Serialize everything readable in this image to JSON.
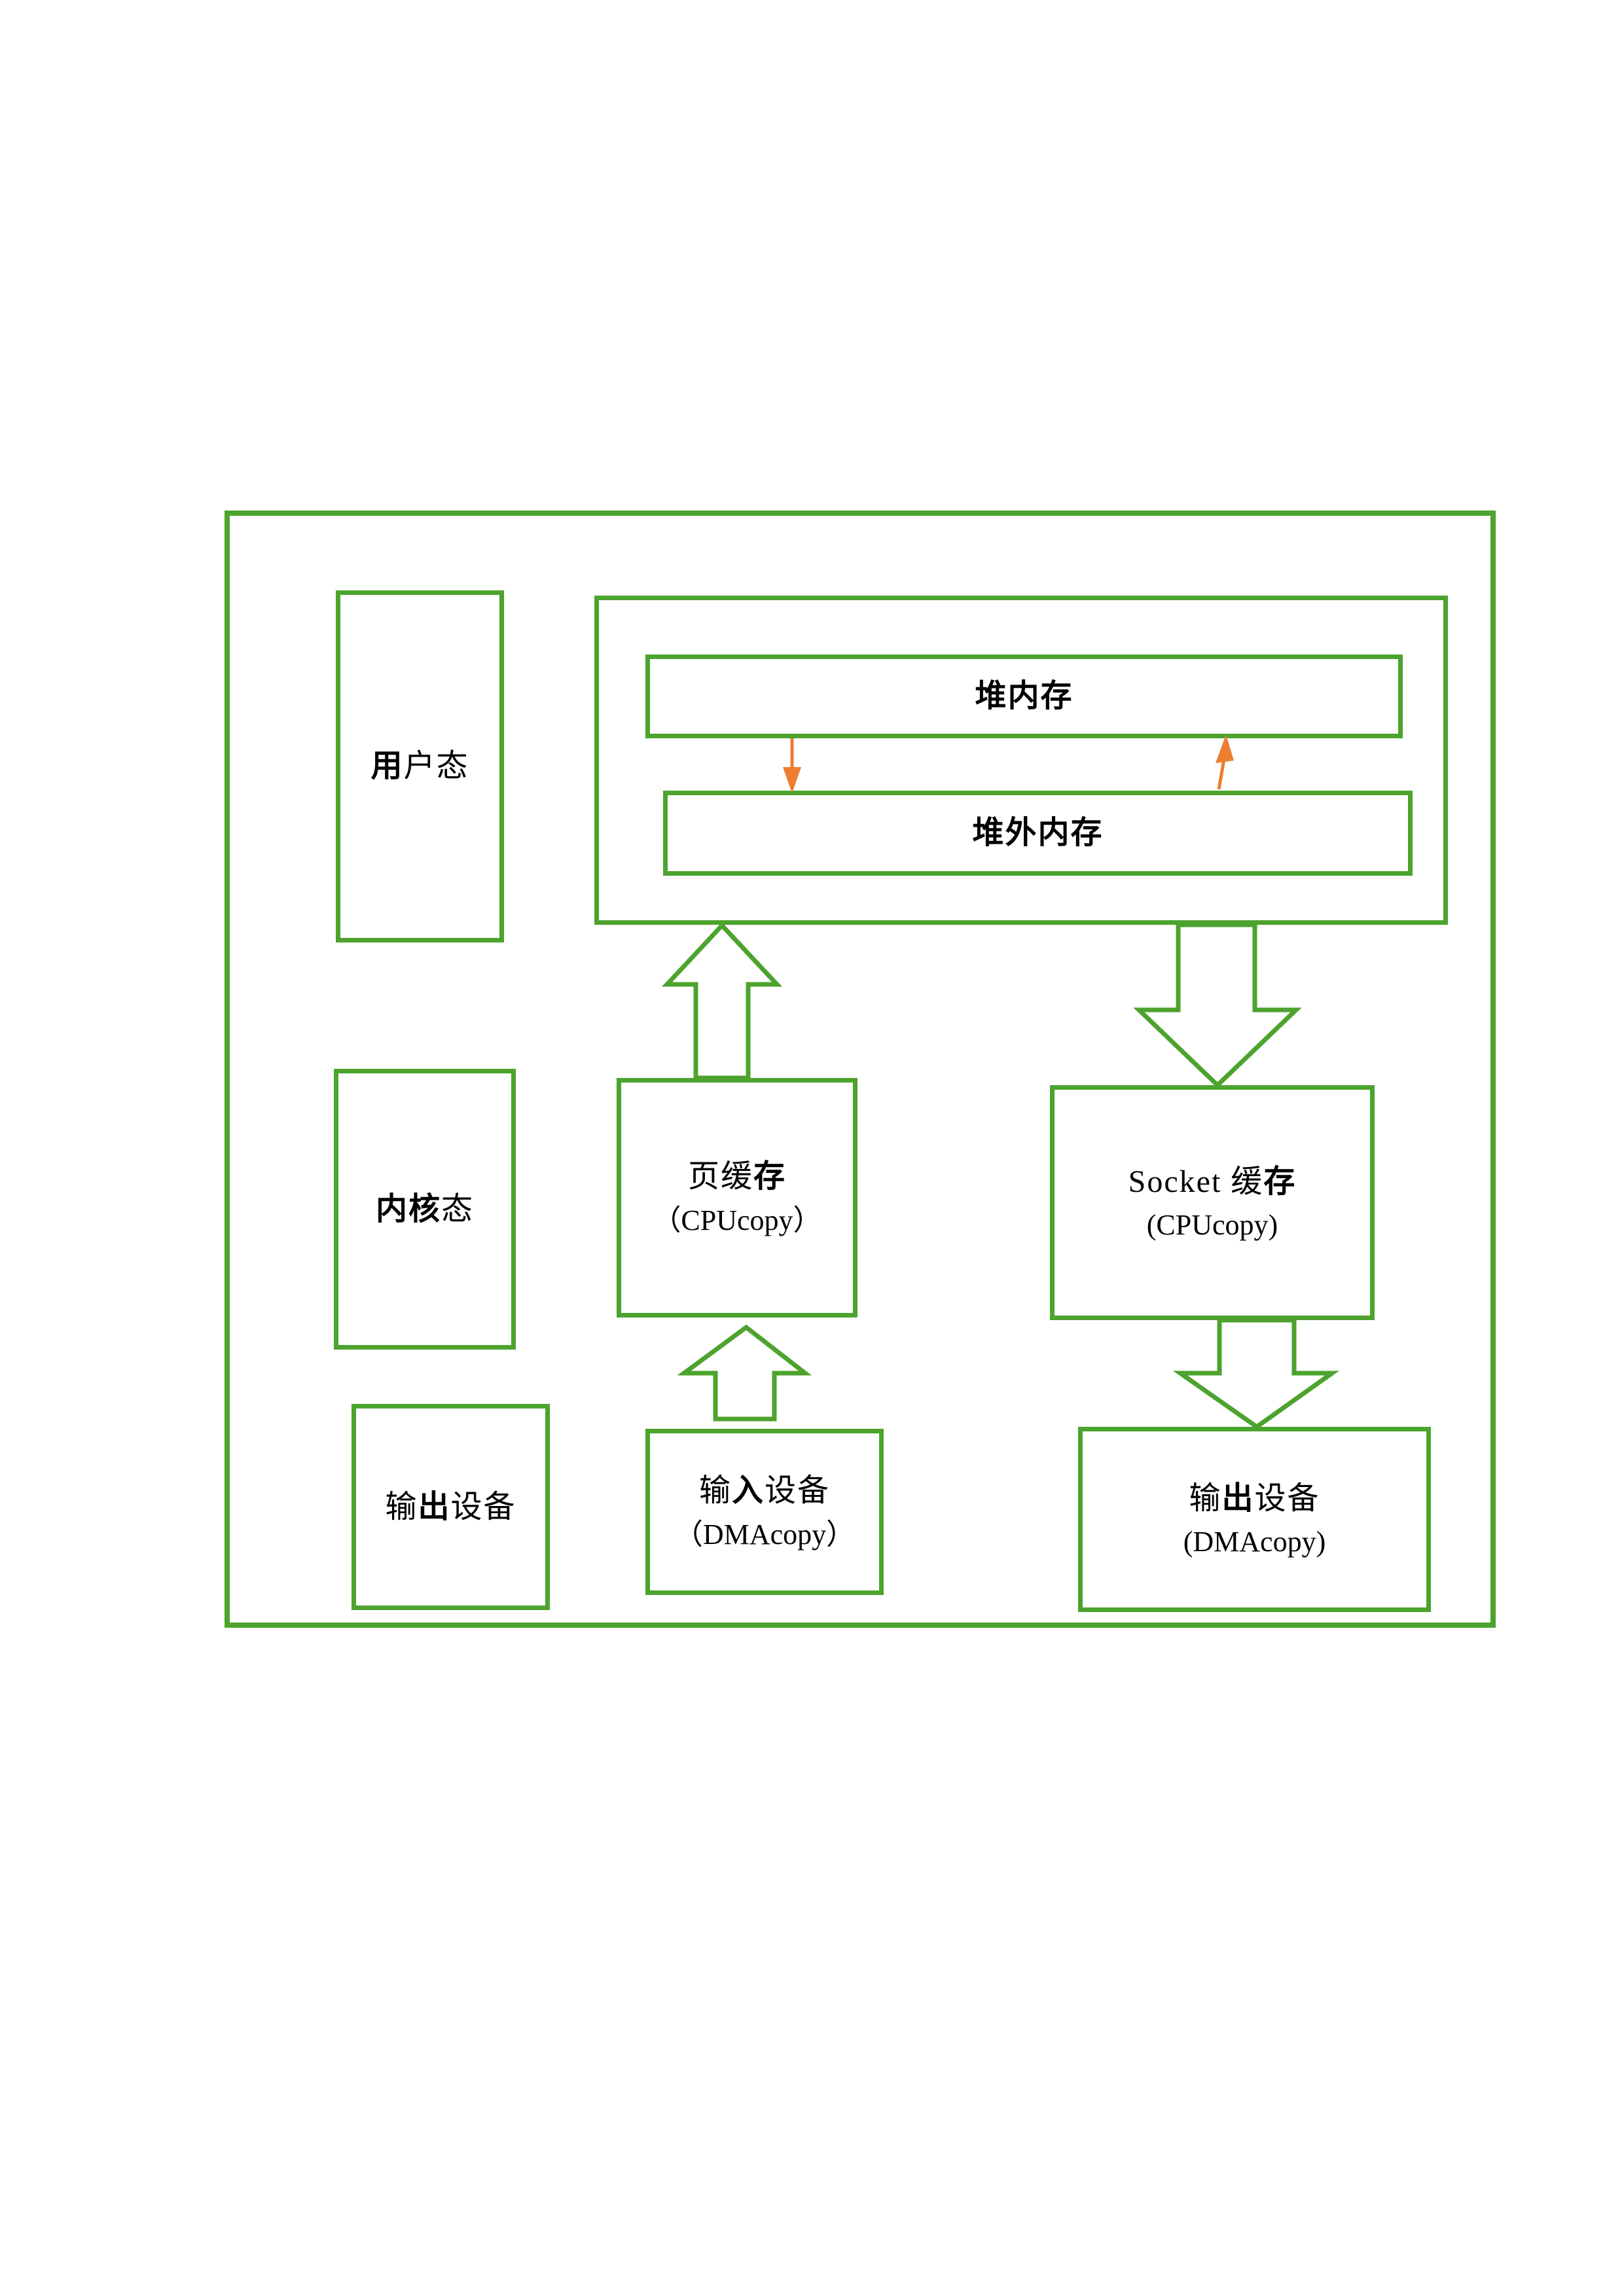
{
  "colors": {
    "accent_green": "#4CA32E",
    "accent_orange": "#ED7D31",
    "background": "#ffffff",
    "text": "#000000"
  },
  "diagram": {
    "left_column": {
      "user_mode": {
        "runs": [
          {
            "text": "用",
            "bold": true
          },
          {
            "text": "户态",
            "bold": false
          }
        ]
      },
      "kernel_mode": {
        "runs": [
          {
            "text": "内核",
            "bold": true
          },
          {
            "text": "态",
            "bold": false
          }
        ]
      },
      "output_device": {
        "runs": [
          {
            "text": "输",
            "bold": false
          },
          {
            "text": "出",
            "bold": true
          },
          {
            "text": "设备",
            "bold": false
          }
        ]
      }
    },
    "memory_panel": {
      "heap_memory": {
        "runs": [
          {
            "text": "堆内存",
            "bold": true
          }
        ]
      },
      "offheap_memory": {
        "runs": [
          {
            "text": "堆外内存",
            "bold": true
          }
        ]
      }
    },
    "page_cache": {
      "line1_runs": [
        {
          "text": "页缓",
          "bold": false
        },
        {
          "text": "存",
          "bold": true
        }
      ],
      "line2": "（CPUcopy）"
    },
    "socket_cache": {
      "line1_runs": [
        {
          "text": "Socket 缓",
          "bold": false
        },
        {
          "text": "存",
          "bold": true
        }
      ],
      "line2": "(CPUcopy)"
    },
    "input_device": {
      "line1_runs": [
        {
          "text": "输",
          "bold": false
        },
        {
          "text": "入",
          "bold": true
        },
        {
          "text": "设备",
          "bold": false
        }
      ],
      "line2": "（DMAcopy）"
    },
    "output_device_right": {
      "line1_runs": [
        {
          "text": "输",
          "bold": false
        },
        {
          "text": "出",
          "bold": true
        },
        {
          "text": "设备",
          "bold": false
        }
      ],
      "line2": "(DMAcopy)"
    }
  }
}
